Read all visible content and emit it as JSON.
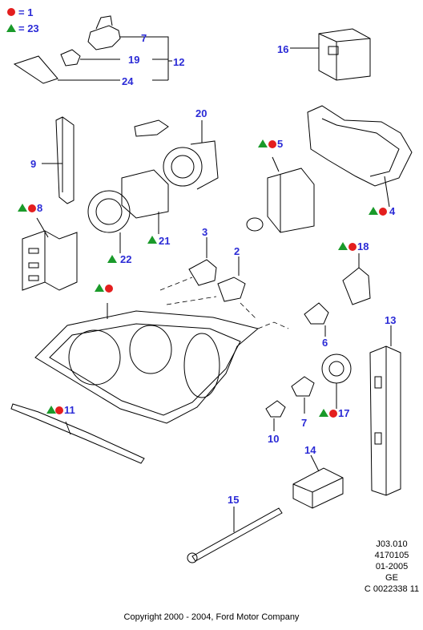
{
  "legend": {
    "red_circle_value": "= 1",
    "green_triangle_value": "= 23",
    "red_color": "#e41e1e",
    "green_color": "#1a9a2a"
  },
  "callouts": [
    {
      "id": "c7a",
      "label": "7"
    },
    {
      "id": "c19",
      "label": "19"
    },
    {
      "id": "c12",
      "label": "12"
    },
    {
      "id": "c24",
      "label": "24"
    },
    {
      "id": "c16",
      "label": "16"
    },
    {
      "id": "c20",
      "label": "20"
    },
    {
      "id": "c9",
      "label": "9"
    },
    {
      "id": "c5",
      "label": "5"
    },
    {
      "id": "c4",
      "label": "4"
    },
    {
      "id": "c8",
      "label": "8"
    },
    {
      "id": "c21",
      "label": "21"
    },
    {
      "id": "c22",
      "label": "22"
    },
    {
      "id": "c3",
      "label": "3"
    },
    {
      "id": "c2",
      "label": "2"
    },
    {
      "id": "c18",
      "label": "18"
    },
    {
      "id": "c13",
      "label": "13"
    },
    {
      "id": "c6",
      "label": "6"
    },
    {
      "id": "c11",
      "label": "11"
    },
    {
      "id": "c17",
      "label": "17"
    },
    {
      "id": "c7b",
      "label": "7"
    },
    {
      "id": "c10",
      "label": "10"
    },
    {
      "id": "c14",
      "label": "14"
    },
    {
      "id": "c15",
      "label": "15"
    }
  ],
  "reference": {
    "line1": "J03.010",
    "line2": "4170105",
    "line3": "01-2005",
    "line4": "GE",
    "line5": "C 0022338 11"
  },
  "copyright": "Copyright 2000 - 2004, Ford Motor Company"
}
